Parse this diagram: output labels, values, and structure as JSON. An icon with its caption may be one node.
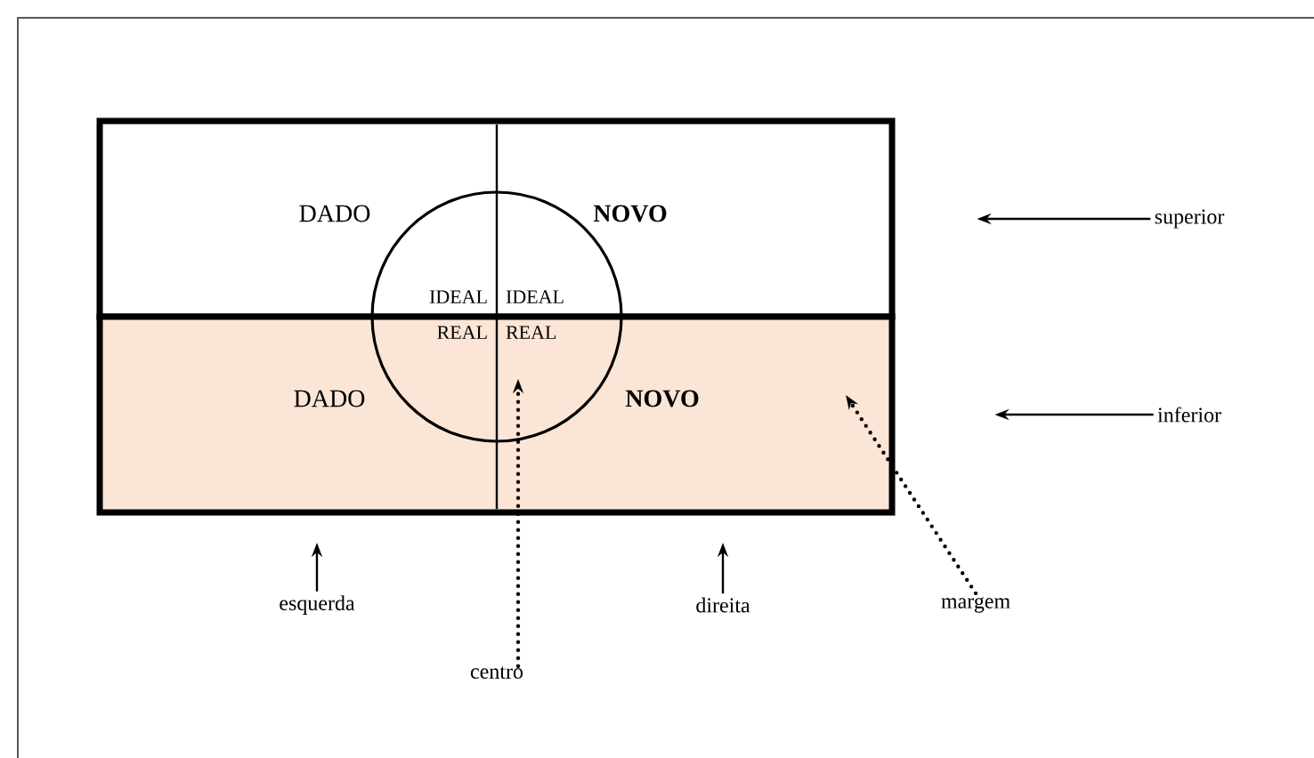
{
  "diagram": {
    "nodes": [
      {
        "text": [],
        "shape": "box"
      },
      {
        "text": [
          "DADO"
        ],
        "in": 0
      },
      {
        "text": [
          "NOVO"
        ],
        "in": 0
      },
      {
        "text": [],
        "shape": "box"
      },
      {
        "text": [
          "DADO"
        ],
        "in": 3
      },
      {
        "text": [
          "NOVO"
        ],
        "in": 3
      },
      {
        "text": [
          "IDEAL",
          "IDEAL",
          "REAL",
          "REAL"
        ]
      },
      {
        "text": [
          "superior"
        ]
      },
      {
        "text": [
          "inferior"
        ]
      },
      {
        "text": [
          "esquerda"
        ]
      },
      {
        "text": [
          "direita"
        ]
      },
      {
        "text": [
          "centro"
        ]
      },
      {
        "text": [
          "margem"
        ]
      }
    ],
    "edges": [
      {
        "from": 7,
        "to": 0,
        "arrow": "to"
      },
      {
        "from": 8,
        "to": 3,
        "arrow": "to"
      },
      {
        "from": 9,
        "to": null,
        "arrow": "to"
      },
      {
        "from": 10,
        "to": null,
        "arrow": "to"
      },
      {
        "from": 11,
        "to": 6,
        "arrow": "to",
        "style": "dashed"
      },
      {
        "from": 12,
        "to": null,
        "arrow": "to",
        "style": "dashed"
      }
    ]
  }
}
